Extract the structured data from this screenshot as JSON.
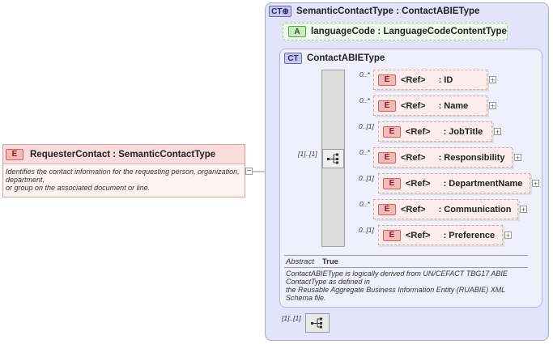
{
  "outer_type": {
    "badge": "CT",
    "title": "SemanticContactType : ContactABIEType"
  },
  "attribute": {
    "badge": "A",
    "label": "languageCode : LanguageCodeContentType"
  },
  "inner_type": {
    "badge": "CT",
    "title": "ContactABIEType"
  },
  "sequence": {
    "multiplicity": "[1]..[1]"
  },
  "elements": [
    {
      "mult": "0..*",
      "badge": "E",
      "ref": "<Ref>",
      "name": ": ID",
      "plus": "+"
    },
    {
      "mult": "0..*",
      "badge": "E",
      "ref": "<Ref>",
      "name": ": Name",
      "plus": "+"
    },
    {
      "mult": "0..[1]",
      "badge": "E",
      "ref": "<Ref>",
      "name": ": JobTitle",
      "plus": "+"
    },
    {
      "mult": "0..*",
      "badge": "E",
      "ref": "<Ref>",
      "name": ": Responsibility",
      "plus": "+"
    },
    {
      "mult": "0..[1]",
      "badge": "E",
      "ref": "<Ref>",
      "name": ": DepartmentName",
      "plus": "+"
    },
    {
      "mult": "0..*",
      "badge": "E",
      "ref": "<Ref>",
      "name": ": Communication",
      "plus": "+"
    },
    {
      "mult": "0..[1]",
      "badge": "E",
      "ref": "<Ref>",
      "name": ": Preference",
      "plus": "+"
    }
  ],
  "abstract": {
    "label": "Abstract",
    "value": "True"
  },
  "inner_doc": "ContactABIEType is logically derived from UN/CEFACT TBG17 ABIE\nContactType as defined in\nthe Reusable Aggregate Business Information Entity (RUABIE) XML\nSchema file.",
  "bottom_sequence": {
    "multiplicity": "[1]..[1]"
  },
  "root": {
    "badge": "E",
    "title": "RequesterContact : SemanticContactType",
    "doc": "Identifies the contact information for the requesting person, organization,\ndepartment,\nor group on the associated document or line.",
    "collapse": "−"
  },
  "colors": {
    "outer_bg": "#e3e3fb",
    "inner_bg": "#f0f0fc",
    "element_bg": "#fcecec",
    "attribute_bg": "#effbec"
  }
}
